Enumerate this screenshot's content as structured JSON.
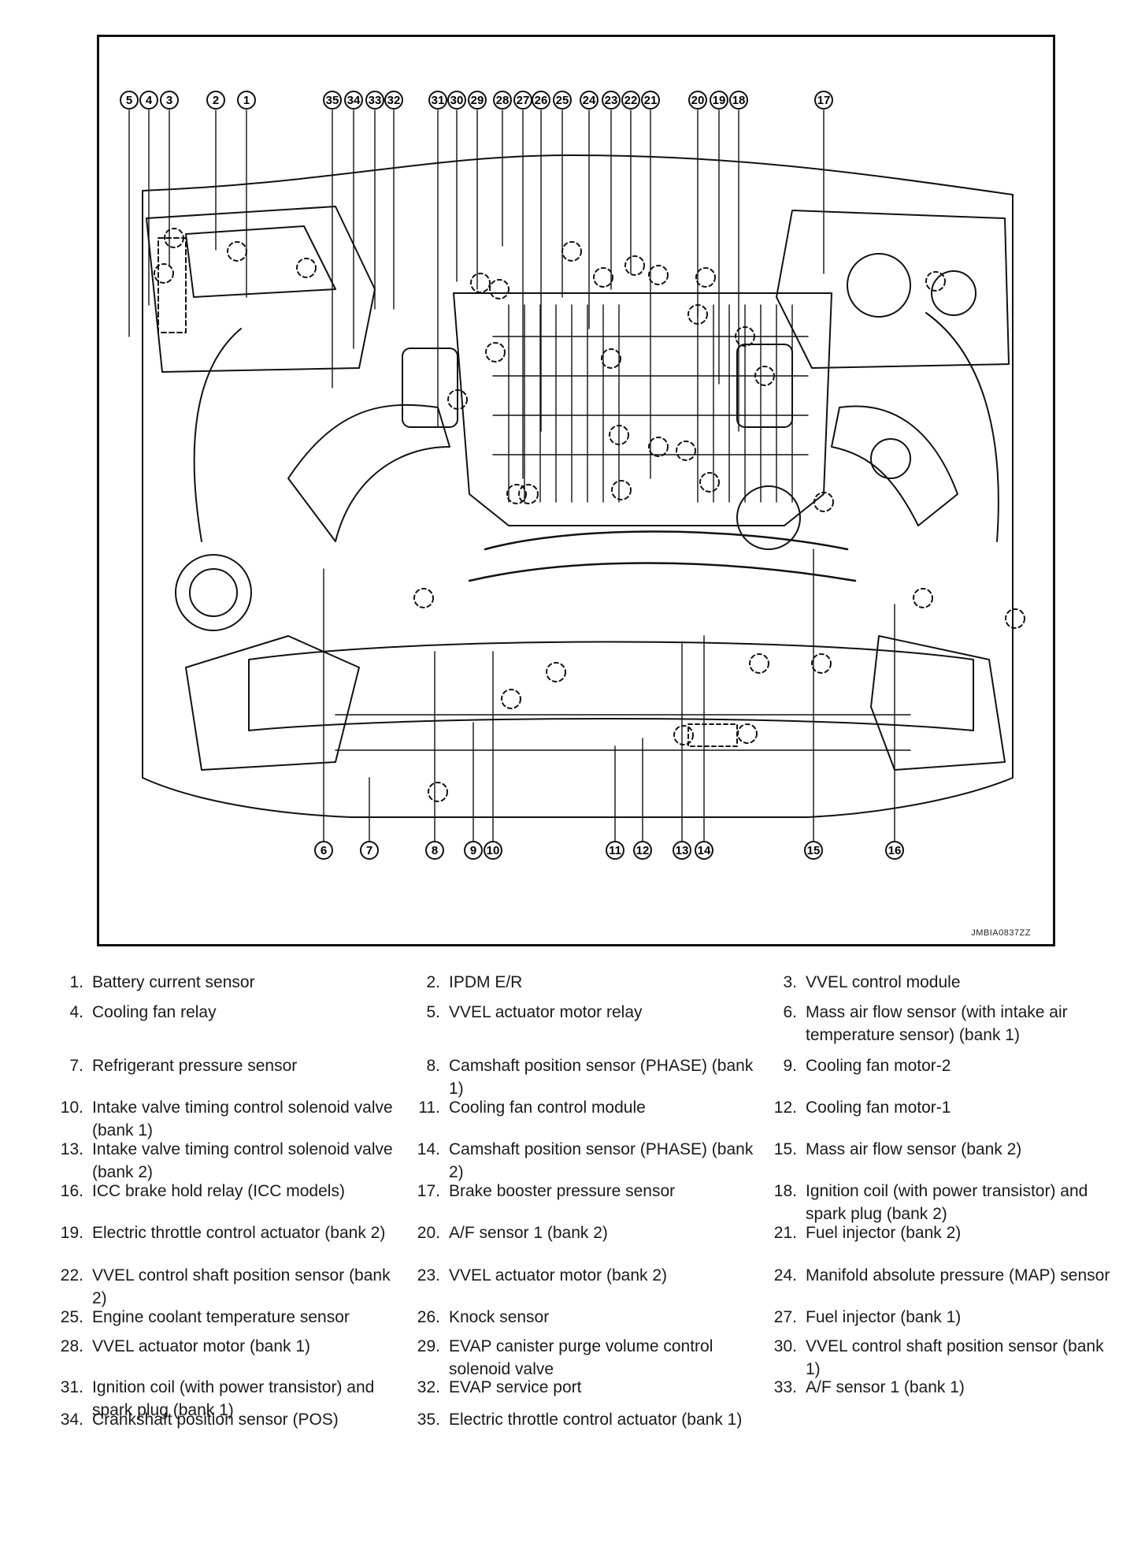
{
  "figure": {
    "code": "JMBIA0837ZZ",
    "callouts_top": [
      "5",
      "4",
      "3",
      "2",
      "1",
      "35",
      "34",
      "33",
      "32",
      "31",
      "30",
      "29",
      "28",
      "27",
      "26",
      "25",
      "24",
      "23",
      "22",
      "21",
      "20",
      "19",
      "18",
      "17"
    ],
    "callouts_bottom": [
      "6",
      "7",
      "8",
      "9",
      "10",
      "11",
      "12",
      "13",
      "14",
      "15",
      "16"
    ]
  },
  "legend": [
    {
      "num": "1.",
      "text": "Battery current sensor"
    },
    {
      "num": "2.",
      "text": "IPDM E/R"
    },
    {
      "num": "3.",
      "text": "VVEL control module"
    },
    {
      "num": "4.",
      "text": "Cooling fan relay"
    },
    {
      "num": "5.",
      "text": "VVEL actuator motor relay"
    },
    {
      "num": "6.",
      "text": "Mass air flow sensor (with intake air temperature sensor) (bank 1)"
    },
    {
      "num": "7.",
      "text": "Refrigerant pressure sensor"
    },
    {
      "num": "8.",
      "text": "Camshaft position sensor (PHASE) (bank 1)"
    },
    {
      "num": "9.",
      "text": "Cooling fan motor-2"
    },
    {
      "num": "10.",
      "text": "Intake valve timing control solenoid valve (bank 1)"
    },
    {
      "num": "11.",
      "text": "Cooling fan control module"
    },
    {
      "num": "12.",
      "text": "Cooling fan motor-1"
    },
    {
      "num": "13.",
      "text": "Intake valve timing control solenoid valve (bank 2)"
    },
    {
      "num": "14.",
      "text": "Camshaft position sensor (PHASE) (bank 2)"
    },
    {
      "num": "15.",
      "text": "Mass air flow sensor (bank 2)"
    },
    {
      "num": "16.",
      "text": "ICC brake hold relay (ICC models)"
    },
    {
      "num": "17.",
      "text": "Brake booster pressure sensor"
    },
    {
      "num": "18.",
      "text": "Ignition coil (with power transistor) and spark plug (bank 2)"
    },
    {
      "num": "19.",
      "text": "Electric throttle control actuator (bank 2)"
    },
    {
      "num": "20.",
      "text": "A/F sensor 1 (bank 2)"
    },
    {
      "num": "21.",
      "text": "Fuel injector (bank 2)"
    },
    {
      "num": "22.",
      "text": "VVEL control shaft position sensor (bank 2)"
    },
    {
      "num": "23.",
      "text": "VVEL actuator motor (bank 2)"
    },
    {
      "num": "24.",
      "text": "Manifold absolute pressure (MAP) sensor"
    },
    {
      "num": "25.",
      "text": "Engine coolant temperature sensor"
    },
    {
      "num": "26.",
      "text": "Knock sensor"
    },
    {
      "num": "27.",
      "text": "Fuel injector (bank 1)"
    },
    {
      "num": "28.",
      "text": "VVEL actuator motor (bank 1)"
    },
    {
      "num": "29.",
      "text": "EVAP canister purge volume control solenoid valve"
    },
    {
      "num": "30.",
      "text": "VVEL control shaft position sensor (bank 1)"
    },
    {
      "num": "31.",
      "text": "Ignition coil (with power transistor) and spark plug (bank 1)"
    },
    {
      "num": "32.",
      "text": "EVAP service port"
    },
    {
      "num": "33.",
      "text": "A/F sensor 1 (bank 1)"
    },
    {
      "num": "34.",
      "text": "Crankshaft position sensor (POS)"
    },
    {
      "num": "35.",
      "text": "Electric throttle control actuator (bank 1)"
    }
  ]
}
